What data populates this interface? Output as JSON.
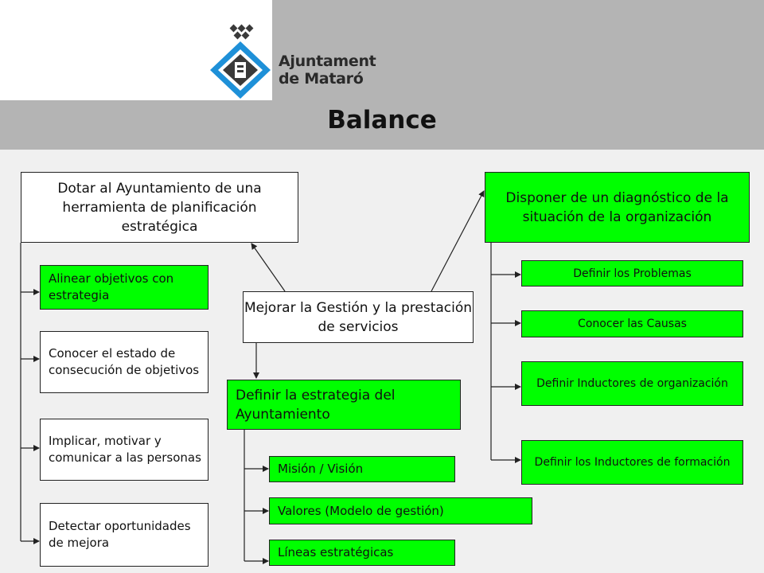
{
  "header": {
    "title": "Balance",
    "logo_line1": "Ajuntament",
    "logo_line2": "de Mataró"
  },
  "center": {
    "main": "Mejorar la Gestión y la prestación de servicios",
    "strategy": "Definir la estrategia del Ayuntamiento",
    "strategy_items": [
      "Misión / Visión",
      "Valores (Modelo de gestión)",
      "Líneas estratégicas"
    ]
  },
  "left": {
    "top": "Dotar al Ayuntamiento de una herramienta de planificación estratégica",
    "items": [
      "Alinear objetivos con estrategia",
      "Conocer el estado de consecución de objetivos",
      "Implicar, motivar y comunicar a las personas",
      "Detectar oportunidades de mejora"
    ]
  },
  "right": {
    "top": "Disponer de un diagnóstico de la situación de la organización",
    "items": [
      "Definir los Problemas",
      "Conocer las Causas",
      "Definir Inductores de organización",
      "Definir los Inductores de formación"
    ]
  },
  "colors": {
    "green": "#00ff00",
    "band": "#b4b4b4",
    "background": "#f0f0f0"
  }
}
